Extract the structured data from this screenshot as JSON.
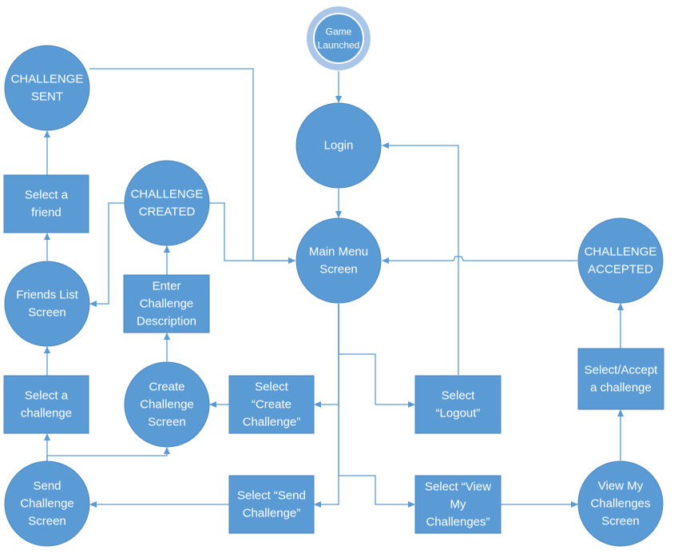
{
  "colors": {
    "fill": "#5b9bd5",
    "stroke": "#4a86bf",
    "start_ring": "#a9c6e8",
    "edge": "#5b9bd5",
    "text": "#ffffff"
  },
  "nodes": {
    "game_launched": {
      "shape": "start",
      "lines": [
        "Game",
        "Launched"
      ]
    },
    "login": {
      "shape": "circle",
      "lines": [
        "Login"
      ]
    },
    "main_menu": {
      "shape": "circle",
      "lines": [
        "Main Menu",
        "Screen"
      ]
    },
    "challenge_sent": {
      "shape": "circle",
      "lines": [
        "CHALLENGE",
        "SENT"
      ]
    },
    "challenge_created": {
      "shape": "circle",
      "lines": [
        "CHALLENGE",
        "CREATED"
      ]
    },
    "challenge_accepted": {
      "shape": "circle",
      "lines": [
        "CHALLENGE",
        "ACCEPTED"
      ]
    },
    "friends_list": {
      "shape": "circle",
      "lines": [
        "Friends List",
        "Screen"
      ]
    },
    "create_challenge_screen": {
      "shape": "circle",
      "lines": [
        "Create",
        "Challenge",
        "Screen"
      ]
    },
    "send_challenge_screen": {
      "shape": "circle",
      "lines": [
        "Send",
        "Challenge",
        "Screen"
      ]
    },
    "view_my_challenges": {
      "shape": "circle",
      "lines": [
        "View My",
        "Challenges",
        "Screen"
      ]
    },
    "select_friend": {
      "shape": "rect",
      "lines": [
        "Select a",
        "friend"
      ]
    },
    "enter_description": {
      "shape": "rect",
      "lines": [
        "Enter",
        "Challenge",
        "Description"
      ]
    },
    "select_challenge": {
      "shape": "rect",
      "lines": [
        "Select a",
        "challenge"
      ]
    },
    "select_create": {
      "shape": "rect",
      "lines": [
        "Select",
        "“Create",
        "Challenge”"
      ]
    },
    "select_logout": {
      "shape": "rect",
      "lines": [
        "Select",
        "“Logout”"
      ]
    },
    "select_accept": {
      "shape": "rect",
      "lines": [
        "Select/Accept",
        "a challenge"
      ]
    },
    "select_send": {
      "shape": "rect",
      "lines": [
        "Select “Send",
        "Challenge”"
      ]
    },
    "select_view": {
      "shape": "rect",
      "lines": [
        "Select “View",
        "My",
        "Challenges”"
      ]
    }
  },
  "edges": [
    {
      "from": "game_launched",
      "to": "login"
    },
    {
      "from": "login",
      "to": "main_menu"
    },
    {
      "from": "main_menu",
      "to": "select_logout"
    },
    {
      "from": "select_logout",
      "to": "login"
    },
    {
      "from": "main_menu",
      "to": "select_create"
    },
    {
      "from": "main_menu",
      "to": "select_send"
    },
    {
      "from": "main_menu",
      "to": "select_view"
    },
    {
      "from": "select_create",
      "to": "create_challenge_screen"
    },
    {
      "from": "create_challenge_screen",
      "to": "enter_description"
    },
    {
      "from": "enter_description",
      "to": "challenge_created"
    },
    {
      "from": "challenge_created",
      "to": "main_menu"
    },
    {
      "from": "challenge_created",
      "to": "friends_list"
    },
    {
      "from": "select_send",
      "to": "send_challenge_screen"
    },
    {
      "from": "send_challenge_screen",
      "to": "select_challenge"
    },
    {
      "from": "send_challenge_screen",
      "to": "create_challenge_screen"
    },
    {
      "from": "select_challenge",
      "to": "friends_list"
    },
    {
      "from": "friends_list",
      "to": "select_friend"
    },
    {
      "from": "select_friend",
      "to": "challenge_sent"
    },
    {
      "from": "challenge_sent",
      "to": "main_menu"
    },
    {
      "from": "select_view",
      "to": "view_my_challenges"
    },
    {
      "from": "view_my_challenges",
      "to": "select_accept"
    },
    {
      "from": "select_accept",
      "to": "challenge_accepted"
    },
    {
      "from": "challenge_accepted",
      "to": "main_menu"
    }
  ]
}
